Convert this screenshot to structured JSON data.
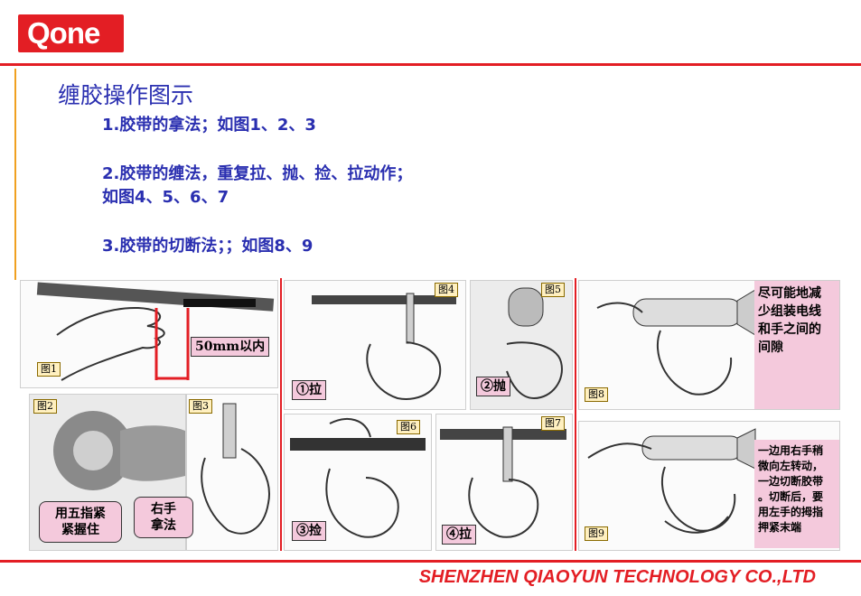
{
  "logo": {
    "text": "Qone"
  },
  "title": "缠胶操作图示",
  "steps": [
    "1.胶带的拿法；如图1、2、3",
    "2.胶带的缠法，重复拉、抛、捡、拉动作；",
    "如图4、5、6、7",
    "3.胶带的切断法；；如图8、9"
  ],
  "figures": {
    "fig1": {
      "tag": "图1",
      "measure": "50mm以内"
    },
    "fig2": {
      "tag": "图2",
      "callout": [
        "用五指紧",
        "紧握住"
      ]
    },
    "fig3": {
      "tag": "图3",
      "callout": [
        "右手",
        "拿法"
      ]
    },
    "fig4": {
      "tag": "图4",
      "label": "①拉"
    },
    "fig5": {
      "tag": "图5",
      "label": "②抛"
    },
    "fig6": {
      "tag": "图6",
      "label": "③捡"
    },
    "fig7": {
      "tag": "图7",
      "label": "④拉"
    },
    "fig8": {
      "tag": "图8",
      "note": [
        "尽可能地减",
        "少组装电线",
        "和手之间的",
        "间隙"
      ]
    },
    "fig9": {
      "tag": "图9",
      "note": [
        "一边用右手稍",
        "微向左转动，",
        "一边切断胶带",
        "。切断后，要",
        "用左手的拇指",
        "押紧末端"
      ]
    }
  },
  "footer": "SHENZHEN QIAOYUN TECHNOLOGY CO.,LTD",
  "colors": {
    "brand_red": "#e31e24",
    "text_blue": "#2a2fb0",
    "label_pink": "#f4c9dc",
    "tag_yellow": "#fff0c0"
  }
}
